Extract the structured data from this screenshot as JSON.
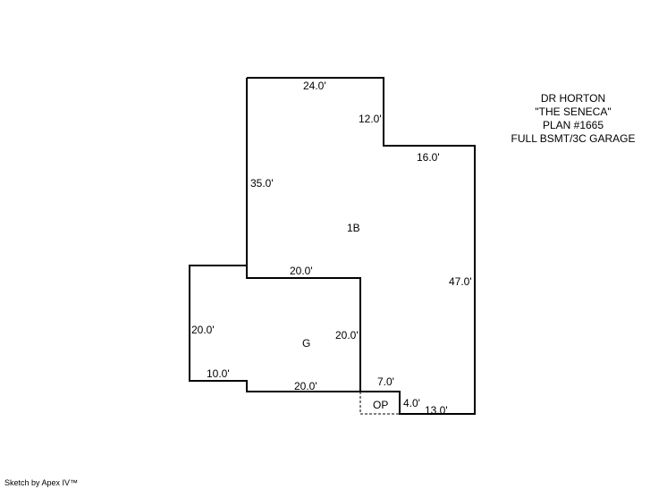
{
  "title_block": [
    "DR HORTON",
    "\"THE SENECA\"",
    "PLAN #1665",
    "FULL BSMT/3C GARAGE"
  ],
  "areas": {
    "main": "1B",
    "garage": "G",
    "porch": "OP"
  },
  "dimensions": {
    "top": "24.0'",
    "step_down": "12.0'",
    "step_right": "16.0'",
    "right": "47.0'",
    "left_upper": "35.0'",
    "garage_top": "20.0'",
    "garage_left": "20.0'",
    "garage_right": "20.0'",
    "garage_step": "10.0'",
    "garage_bottom": "20.0'",
    "porch_top": "7.0'",
    "porch_side": "4.0'",
    "bottom": "13.0'"
  },
  "credit": "Sketch by Apex IV™",
  "colors": {
    "line": "#000000",
    "background": "#ffffff"
  }
}
